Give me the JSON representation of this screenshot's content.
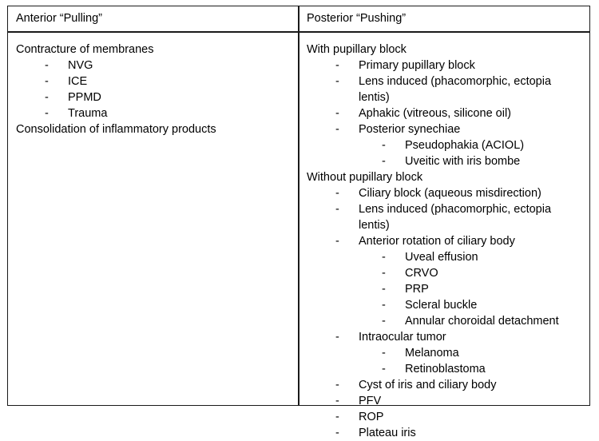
{
  "table": {
    "columns": [
      {
        "id": "anterior",
        "header": "Anterior “Pulling”",
        "rows": [
          {
            "level": 0,
            "text": "Contracture of membranes"
          },
          {
            "level": 1,
            "text": "NVG"
          },
          {
            "level": 1,
            "text": "ICE"
          },
          {
            "level": 1,
            "text": "PPMD"
          },
          {
            "level": 1,
            "text": "Trauma"
          },
          {
            "level": 0,
            "text": "Consolidation of inflammatory products"
          }
        ]
      },
      {
        "id": "posterior",
        "header": "Posterior “Pushing”",
        "rows": [
          {
            "level": 0,
            "text": "With pupillary block"
          },
          {
            "level": 1,
            "text": "Primary pupillary block"
          },
          {
            "level": 1,
            "text": "Lens induced (phacomorphic, ectopia lentis)"
          },
          {
            "level": 1,
            "text": "Aphakic (vitreous, silicone oil)"
          },
          {
            "level": 1,
            "text": "Posterior synechiae"
          },
          {
            "level": 2,
            "text": "Pseudophakia (ACIOL)"
          },
          {
            "level": 2,
            "text": "Uveitic with iris bombe"
          },
          {
            "level": 0,
            "text": "Without pupillary block"
          },
          {
            "level": 1,
            "text": "Ciliary block (aqueous misdirection)"
          },
          {
            "level": 1,
            "text": "Lens induced (phacomorphic, ectopia lentis)"
          },
          {
            "level": 1,
            "text": "Anterior rotation of ciliary body"
          },
          {
            "level": 2,
            "text": "Uveal effusion"
          },
          {
            "level": 2,
            "text": "CRVO"
          },
          {
            "level": 2,
            "text": "PRP"
          },
          {
            "level": 2,
            "text": "Scleral buckle"
          },
          {
            "level": 2,
            "text": "Annular choroidal detachment"
          },
          {
            "level": 1,
            "text": "Intraocular tumor"
          },
          {
            "level": 2,
            "text": "Melanoma"
          },
          {
            "level": 2,
            "text": "Retinoblastoma"
          },
          {
            "level": 1,
            "text": "Cyst of iris and ciliary body"
          },
          {
            "level": 1,
            "text": "PFV"
          },
          {
            "level": 1,
            "text": "ROP"
          },
          {
            "level": 1,
            "text": "Plateau iris"
          }
        ]
      }
    ],
    "bullet_marker": "-",
    "border_color": "#1a1a1a",
    "text_color": "#000000",
    "background_color": "#ffffff"
  }
}
